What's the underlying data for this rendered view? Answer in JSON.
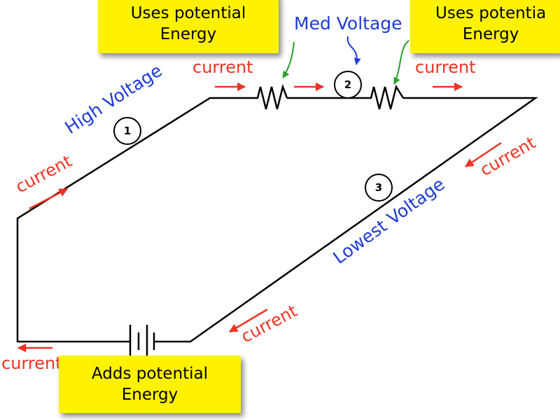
{
  "diagram": {
    "current_label": "current",
    "high_voltage": "High Voltage",
    "med_voltage": "Med Voltage",
    "lowest_voltage": "Lowest Voltage",
    "node_1": "1",
    "node_2": "2",
    "node_3": "3",
    "box_resistor_1": {
      "line1": "Uses potential",
      "line2": "Energy"
    },
    "box_resistor_2": {
      "line1": "Uses potentia",
      "line2": "Energy"
    },
    "box_battery": {
      "line1": "Adds potential",
      "line2": "Energy"
    },
    "colors": {
      "current": "#ee3322",
      "voltage": "#1f3bd6",
      "callout_arrow": "#2a9d2a",
      "box": "#fff200",
      "wire": "#000000"
    }
  }
}
